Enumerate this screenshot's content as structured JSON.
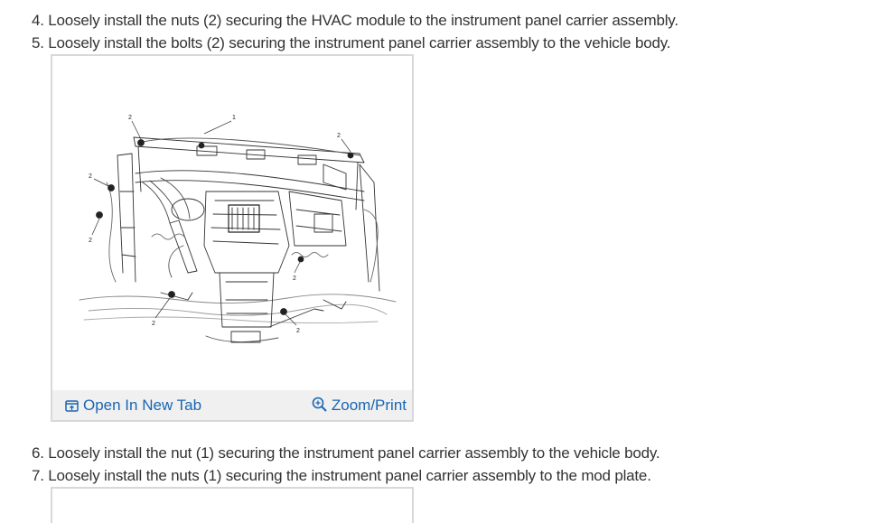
{
  "steps": {
    "step4": "4. Loosely install the nuts (2) securing the HVAC module to the instrument panel carrier assembly.",
    "step5": "5. Loosely install the bolts (2) securing the instrument panel carrier assembly to the vehicle body.",
    "step6": "6. Loosely install the nut (1) securing the instrument panel carrier assembly to the vehicle body.",
    "step7": "7. Loosely install the nuts (1) securing the instrument panel carrier assembly to the mod plate."
  },
  "figure": {
    "callouts": [
      "2",
      "1",
      "2",
      "2",
      "2",
      "2",
      "2",
      "2"
    ],
    "open_label": "Open In New Tab",
    "zoom_label": "Zoom/Print",
    "open_icon": "open-new-tab-icon",
    "zoom_icon": "zoom-magnifier-icon",
    "link_color": "#1a66b3",
    "footer_bg": "#f0f0f0",
    "border_color": "#d8d8d8"
  }
}
